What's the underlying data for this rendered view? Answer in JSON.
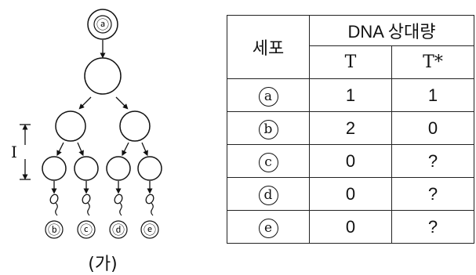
{
  "figure": {
    "caption": "(가)",
    "interval_label": "I",
    "top_cell_label": "ⓐ",
    "sperm_labels": [
      "ⓑ",
      "ⓒ",
      "ⓓ",
      "ⓔ"
    ]
  },
  "table": {
    "header_cell": "세포",
    "header_group": "DNA 상대량",
    "columns": [
      "T",
      "T*"
    ],
    "rows": [
      {
        "cell": "a",
        "t": "1",
        "t_star": "1"
      },
      {
        "cell": "b",
        "t": "2",
        "t_star": "0"
      },
      {
        "cell": "c",
        "t": "0",
        "t_star": "?"
      },
      {
        "cell": "d",
        "t": "0",
        "t_star": "?"
      },
      {
        "cell": "e",
        "t": "0",
        "t_star": "?"
      }
    ]
  }
}
